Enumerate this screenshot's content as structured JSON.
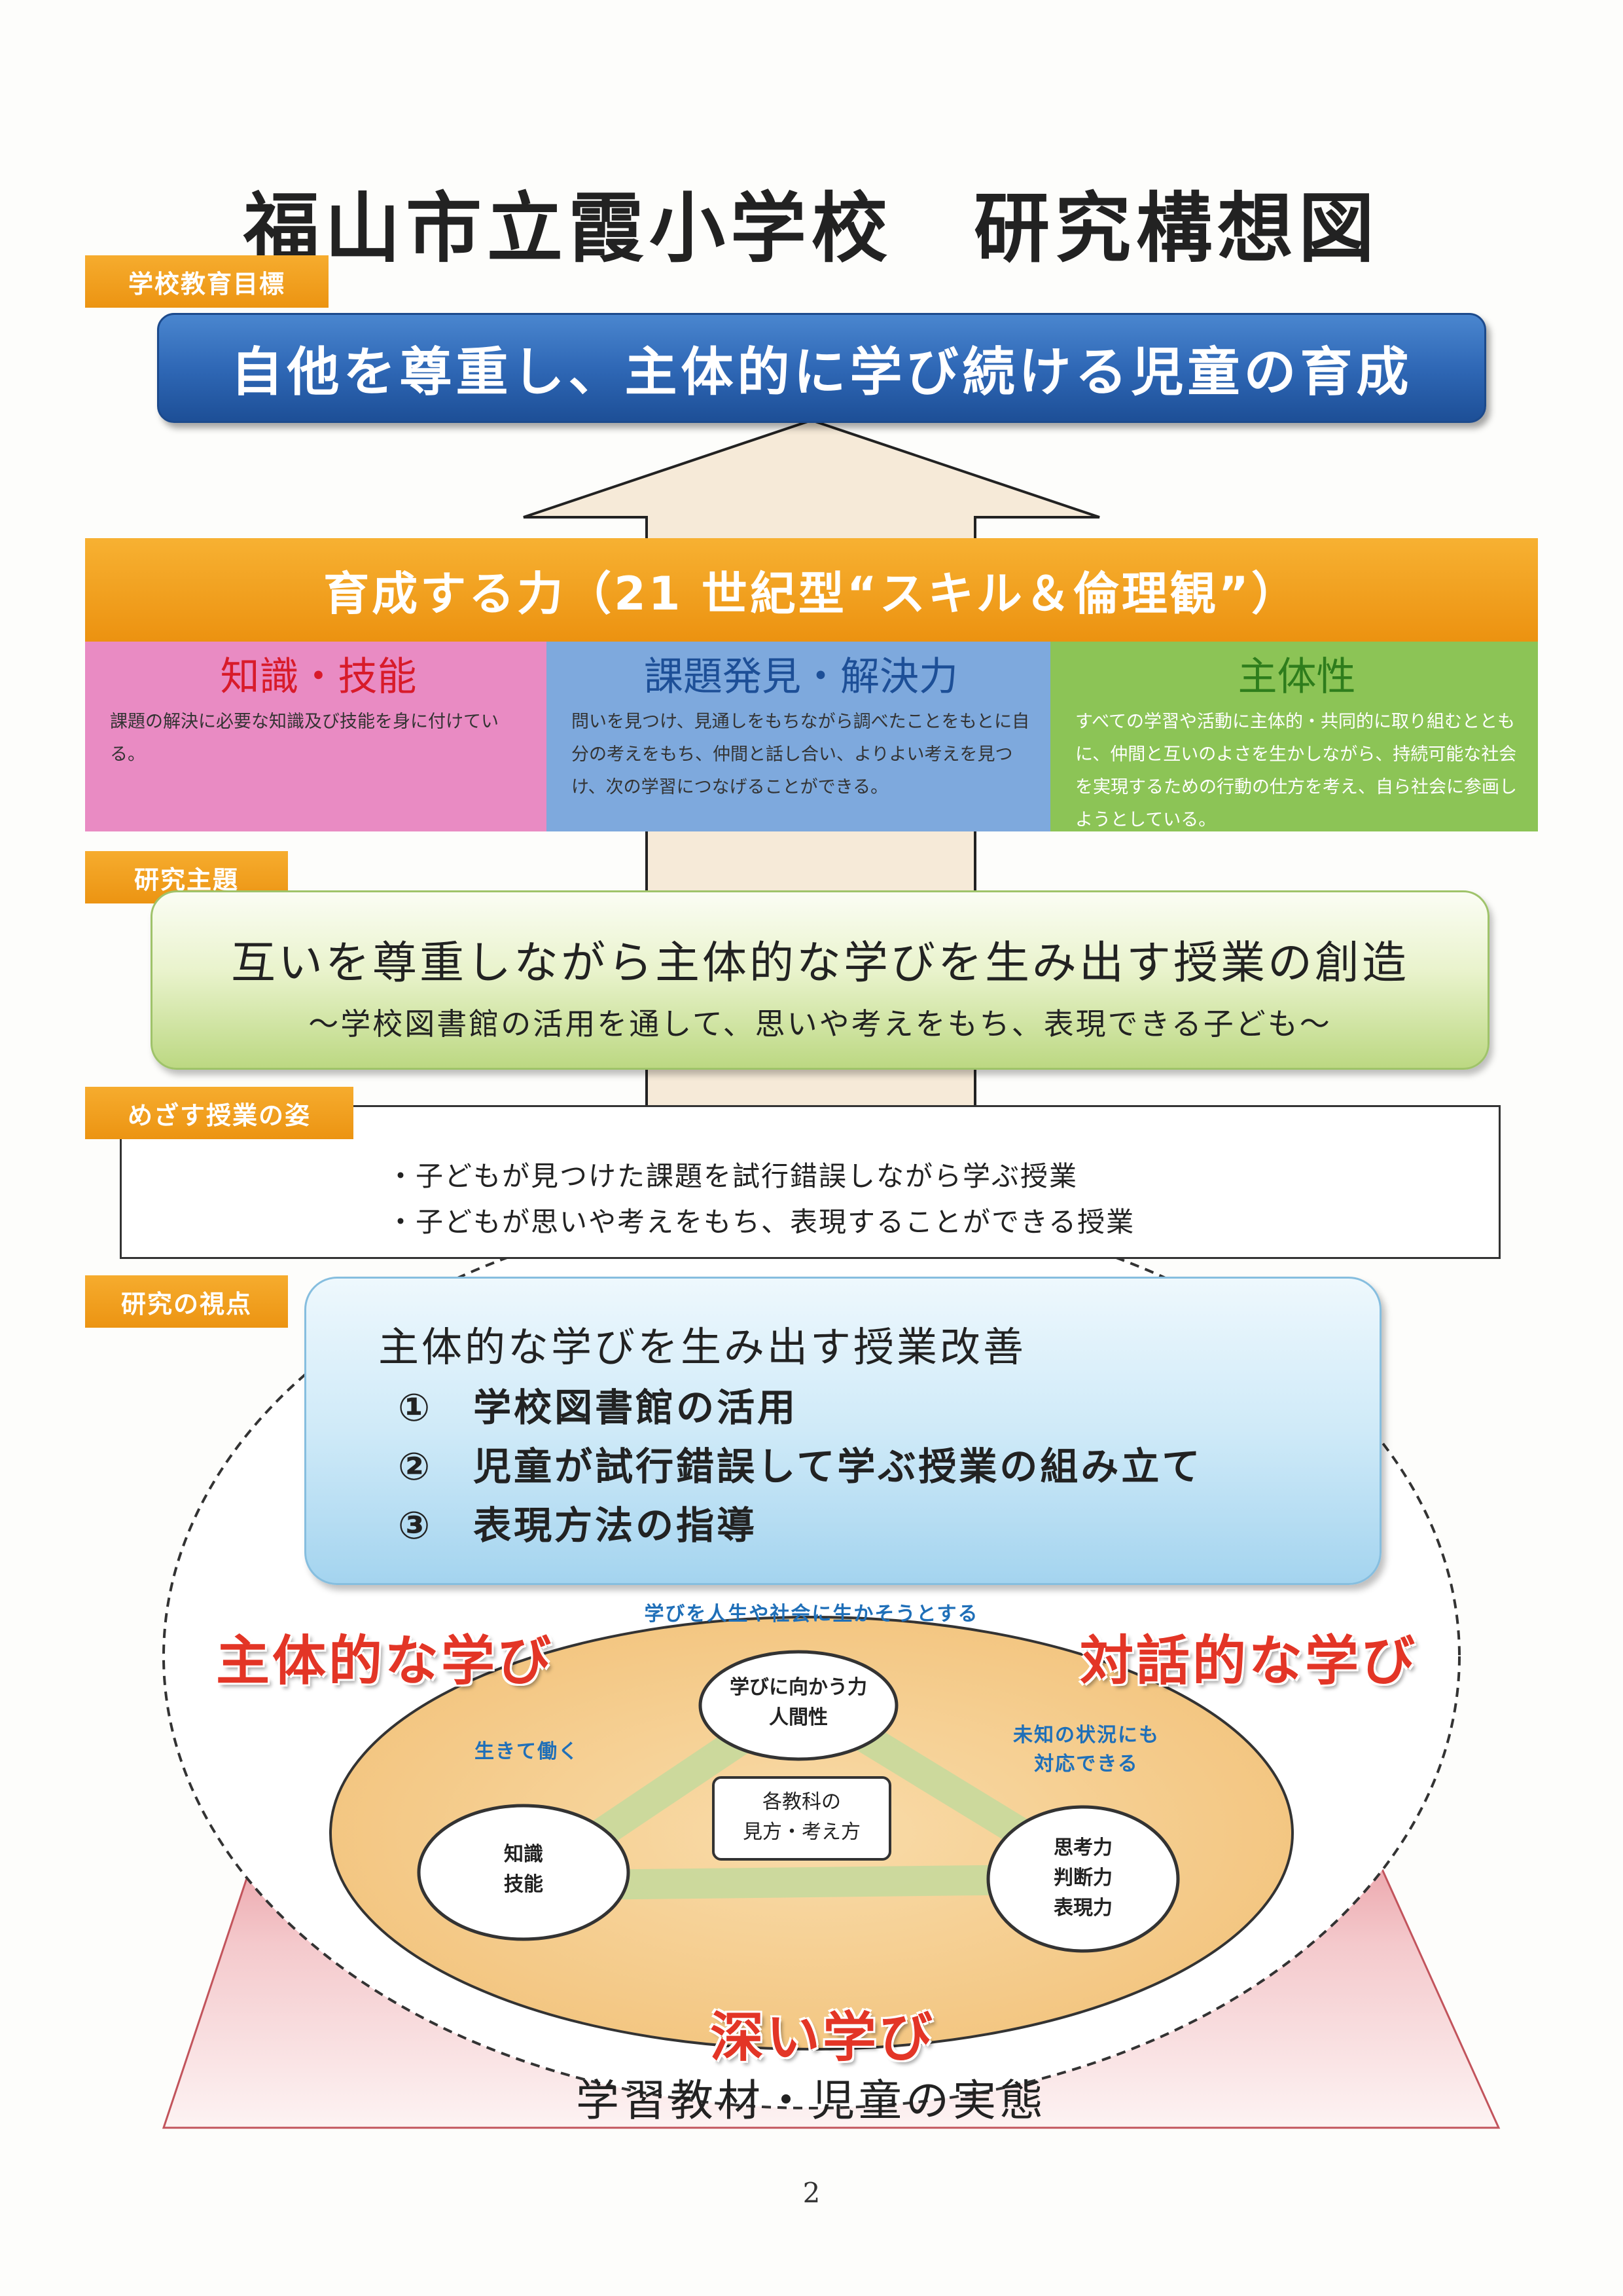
{
  "title": "福山市立霞小学校　研究構想図",
  "school_goal": {
    "tag": "学校教育目標",
    "text": "自他を尊重し、主体的に学び続ける児童の育成"
  },
  "skills": {
    "header": "育成する力（21 世紀型“スキル＆倫理観”）",
    "columns": [
      {
        "title": "知識・技能",
        "body": "課題の解決に必要な知識及び技能を身に付けている。",
        "color": "#e98bc3"
      },
      {
        "title": "課題発見・解決力",
        "body": "問いを見つけ、見通しをもちながら調べたことをもとに自分の考えをもち、仲間と話し合い、よりよい考えを見つけ、次の学習につなげることができる。",
        "color": "#7ea9dd"
      },
      {
        "title": "主体性",
        "body": "すべての学習や活動に主体的・共同的に取り組むとともに、仲間と互いのよさを生かしながら、持続可能な社会を実現するための行動の仕方を考え、自ら社会に参画しようとしている。",
        "color": "#8cc456"
      }
    ]
  },
  "research_theme": {
    "tag": "研究主題",
    "main": "互いを尊重しながら主体的な学びを生み出す授業の創造",
    "sub": "～学校図書館の活用を通して、思いや考えをもち、表現できる子ども～"
  },
  "aim_lessons": {
    "tag": "めざす授業の姿",
    "items": [
      "・子どもが見つけた課題を試行錯誤しながら学ぶ授業",
      "・子どもが思いや考えをもち、表現することができる授業"
    ]
  },
  "viewpoint": {
    "tag": "研究の視点",
    "title": "主体的な学びを生み出す授業改善",
    "items": [
      "①　学校図書館の活用",
      "②　児童が試行錯誤して学ぶ授業の組み立て",
      "③　表現方法の指導"
    ]
  },
  "learning_diagram": {
    "proactive": "主体的な学び",
    "dialogic": "対話的な学び",
    "deep": "深い学び",
    "edge_top": "学びを人生や社会に生かそうとする",
    "edge_left": "生きて働く",
    "edge_right": [
      "未知の状況にも",
      "対応できる"
    ],
    "node_top": [
      "学びに向かう力",
      "人間性"
    ],
    "node_left": [
      "知識",
      "技能"
    ],
    "node_right": [
      "思考力",
      "判断力",
      "表現力"
    ],
    "center": [
      "各教科の",
      "見方・考え方"
    ]
  },
  "foundation": "学習教材・児童の実態",
  "page_number": "2",
  "colors": {
    "tag_orange": "#f0a020",
    "goal_blue": "#2f68b6",
    "pink": "#e98bc3",
    "blue": "#7ea9dd",
    "green": "#8cc456",
    "red_text": "#e33526",
    "arrow_fill": "#f6ead8"
  }
}
